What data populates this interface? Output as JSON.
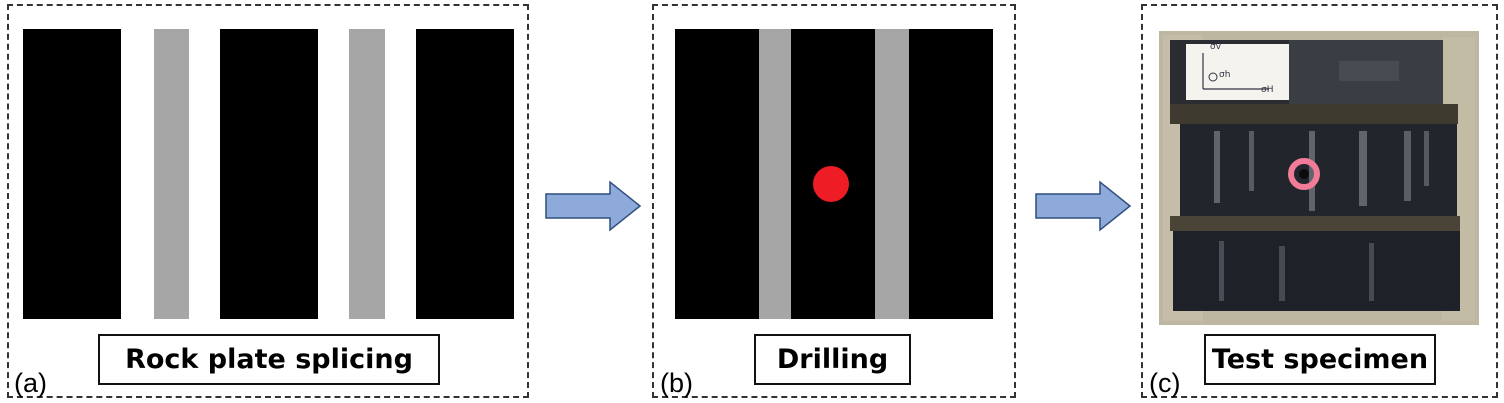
{
  "panels": [
    {
      "id": "a",
      "tag": "(a)",
      "caption": "Rock plate splicing"
    },
    {
      "id": "b",
      "tag": "(b)",
      "caption": "Drilling"
    },
    {
      "id": "c",
      "tag": "(c)",
      "caption": "Test specimen",
      "photo_axis_labels": {
        "vertical": "σv",
        "horizontal": "σH",
        "out_of_plane": "σh"
      }
    }
  ],
  "colors": {
    "rock_plate": "#000000",
    "joint_layer": "#a6a6a6",
    "drill_hole": "#ee1c24",
    "arrow_fill": "#8eaadb",
    "arrow_stroke": "#2f4f7f",
    "panel_border": "#333333"
  },
  "icons": {
    "process_arrow": "right-arrow-icon",
    "borehole": "red-dot-icon"
  }
}
